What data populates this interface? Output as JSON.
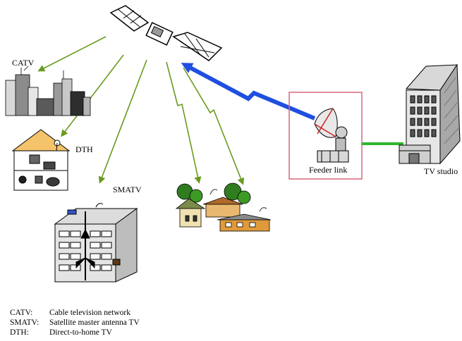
{
  "labels": {
    "catv": "CATV",
    "dth": "DTH",
    "smatv": "SMATV",
    "feeder_link": "Feeder link",
    "tv_studio": "TV studio"
  },
  "legend": [
    {
      "abbr": "CATV:",
      "text": "Cable television network"
    },
    {
      "abbr": "SMATV:",
      "text": "Satellite master antenna TV"
    },
    {
      "abbr": "DTH:",
      "text": "Direct-to-home TV"
    }
  ],
  "colors": {
    "downlink_arrows": "#6a9a1f",
    "uplink_arrow": "#1f4fe0",
    "feeder_box": "#d9667a",
    "studio_link": "#2fb52f"
  }
}
